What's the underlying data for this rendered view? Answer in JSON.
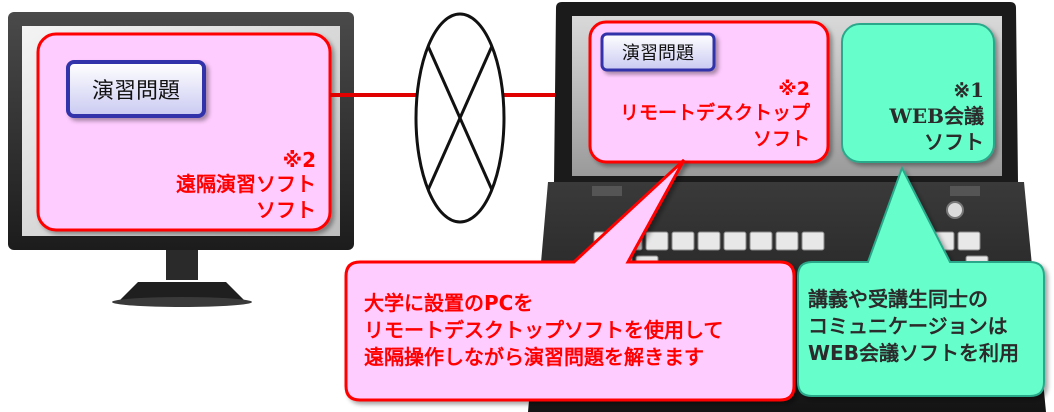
{
  "desktop": {
    "exercise_button": "演習問題",
    "note_mark": "※2",
    "software_line1": "遠隔演習ソフト",
    "software_line2": "ソフト"
  },
  "laptop": {
    "exercise_button": "演習問題",
    "remote_note_mark": "※2",
    "remote_line1": "リモートデスクトップ",
    "remote_line2": "ソフト",
    "web_note_mark": "※1",
    "web_line1": "WEB会議",
    "web_line2": "ソフト"
  },
  "callout_left": {
    "lines": [
      "大学に設置のPCを",
      "リモートデスクトップソフトを使用して",
      "遠隔操作しながら演習問題を解きます"
    ]
  },
  "callout_right": {
    "lines": [
      "講義や受講生同士の",
      "コミュニケージョンは",
      "WEB会議ソフトを利用"
    ]
  },
  "colors": {
    "pink_panel": "#ffccff",
    "red_border": "#ff0000",
    "teal_panel": "#66ffcc",
    "teal_border": "#2aa88a",
    "button_blue": "#3333aa",
    "button_fill": "#e6e6ff"
  }
}
